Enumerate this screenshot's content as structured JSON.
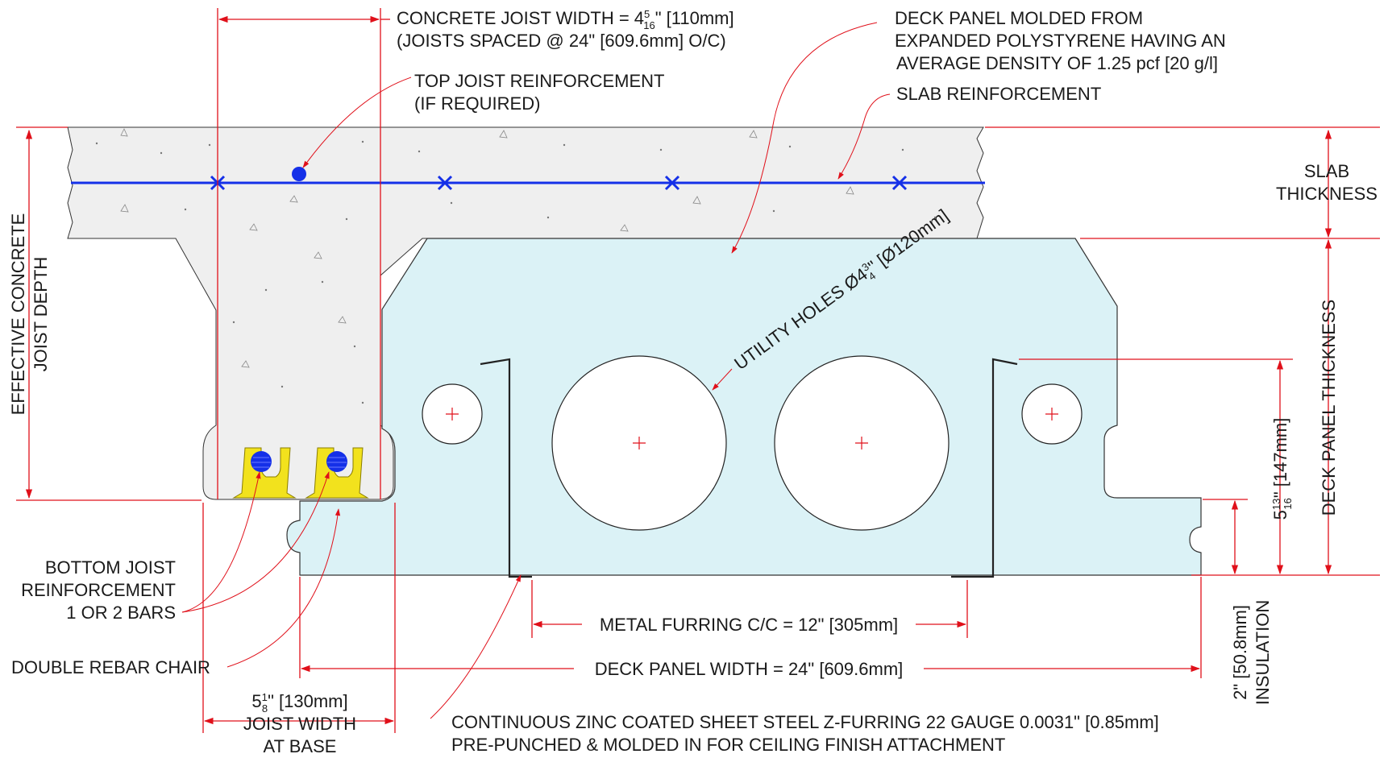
{
  "colors": {
    "concrete": "#efefef",
    "eps_panel": "#dbf2f6",
    "rebar": "#1530e8",
    "rebar_chair": "#f2e21d",
    "dimension_line": "#e0101a",
    "outline": "#222222",
    "text": "#1a1a1a"
  },
  "labels": {
    "joist_width_line1": "CONCRETE JOIST WIDTH = 4",
    "joist_width_frac_num": "5",
    "joist_width_frac_den": "16",
    "joist_width_line1_tail": "\" [110mm]",
    "joist_width_line2": "(JOISTS SPACED @ 24\" [609.6mm] O/C)",
    "top_reinf_line1": "TOP JOIST REINFORCEMENT",
    "top_reinf_line2": "(IF REQUIRED)",
    "deck_panel_line1": "DECK PANEL MOLDED FROM",
    "deck_panel_line2": "EXPANDED POLYSTYRENE HAVING AN",
    "deck_panel_line3": "AVERAGE DENSITY OF 1.25 pcf [20 g/l]",
    "slab_reinf": "SLAB REINFORCEMENT",
    "slab_thickness_line1": "SLAB",
    "slab_thickness_line2": "THICKNESS",
    "effective_depth_line1": "EFFECTIVE CONCRETE",
    "effective_depth_line2": "JOIST DEPTH",
    "utility_holes_pre": "UTILITY HOLES Ø4",
    "utility_holes_frac_num": "3",
    "utility_holes_frac_den": "4",
    "utility_holes_post": "\" [Ø120mm]",
    "deck_panel_thickness": "DECK PANEL THICKNESS",
    "furring_depth_pre": "5",
    "furring_depth_frac_num": "13",
    "furring_depth_frac_den": "16",
    "furring_depth_post": "\" [147mm]",
    "insulation_line1": "2\" [50.8mm]",
    "insulation_line2": "INSULATION",
    "bottom_reinf_line1": "BOTTOM JOIST",
    "bottom_reinf_line2": "REINFORCEMENT",
    "bottom_reinf_line3": "1 OR 2 BARS",
    "rebar_chair": "DOUBLE REBAR CHAIR",
    "metal_furring": "METAL FURRING C/C = 12\" [305mm]",
    "deck_panel_width": "DECK PANEL WIDTH = 24\" [609.6mm]",
    "base_width_pre": "5",
    "base_width_frac_num": "1",
    "base_width_frac_den": "8",
    "base_width_post": "\" [130mm]",
    "base_width_line2": "JOIST WIDTH",
    "base_width_line3": "AT BASE",
    "zfurring_line1": "CONTINUOUS ZINC COATED SHEET STEEL Z-FURRING 22 GAUGE 0.0031\" [0.85mm]",
    "zfurring_line2": "PRE-PUNCHED & MOLDED IN FOR CEILING FINISH ATTACHMENT"
  }
}
